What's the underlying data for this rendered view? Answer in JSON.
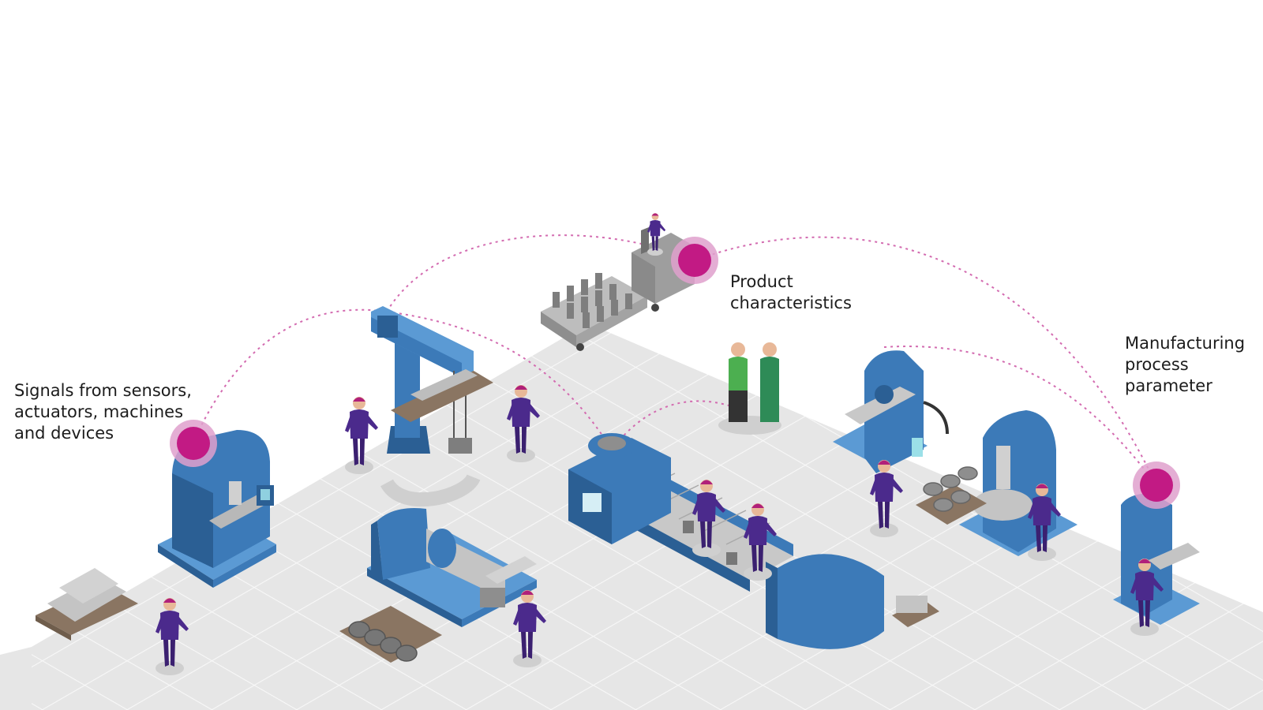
{
  "colors": {
    "background": "#ffffff",
    "floor": "#e6e6e6",
    "floor_grid": "#f8f8f8",
    "machine_blue": "#3c7ab8",
    "machine_dark": "#2b5f94",
    "machine_light": "#5b9ad4",
    "worker_purple": "#4b2a8c",
    "helmet_magenta": "#b0207a",
    "signal_magenta": "#c21a84",
    "signal_halo": "#dfa0cc",
    "connector_dots": "#d36bb0",
    "metal_gray": "#a8a8a8",
    "pallet_brown": "#8a7562"
  },
  "labels": {
    "signals": [
      "Signals from sensors,",
      "actuators, machines",
      "and devices"
    ],
    "product": [
      "Product",
      "characteristics"
    ],
    "process": [
      "Manufacturing",
      "process",
      "parameter"
    ]
  },
  "icons": {
    "signal_point": "signal-point-icon",
    "worker": "worker-icon",
    "machine": "machine-icon",
    "forklift": "forklift-icon"
  }
}
